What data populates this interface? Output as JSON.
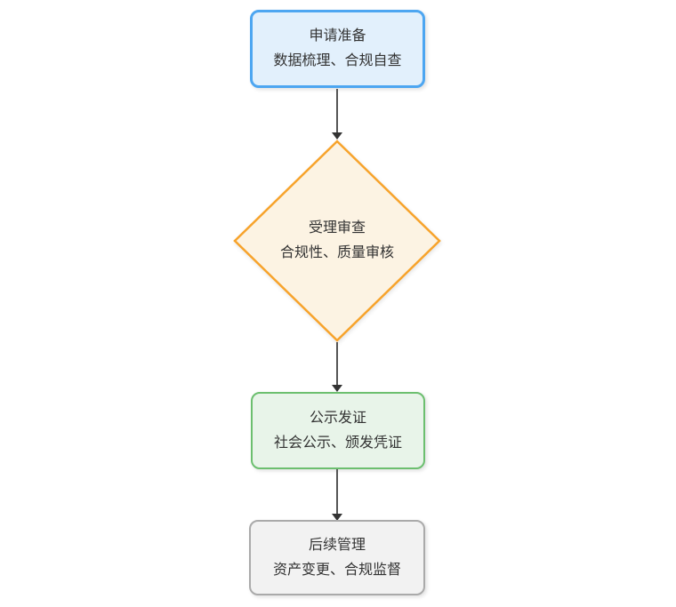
{
  "diagram": {
    "type": "flowchart",
    "direction": "top-down",
    "background_color": "#FFFFFF",
    "text_color": "#333333",
    "connector": {
      "line_color": "#555555",
      "arrowhead_color": "#333333",
      "arrowhead_style": "filled-triangle-down"
    },
    "nodes": [
      {
        "id": "step-1",
        "shape": "rounded-rectangle",
        "title": "申请准备",
        "subtitle": "数据梳理、合规自查",
        "border_color": "#4DA6F1",
        "fill_color": "#E2F0FC"
      },
      {
        "id": "step-2",
        "shape": "diamond",
        "title": "受理审查",
        "subtitle": "合规性、质量审核",
        "border_color": "#F7A32B",
        "fill_color": "#FCF3E3"
      },
      {
        "id": "step-3",
        "shape": "rounded-rectangle",
        "title": "公示发证",
        "subtitle": "社会公示、颁发凭证",
        "border_color": "#6CBF6F",
        "fill_color": "#E8F4E9"
      },
      {
        "id": "step-4",
        "shape": "rounded-rectangle",
        "title": "后续管理",
        "subtitle": "资产变更、合规监督",
        "border_color": "#AAAAAA",
        "fill_color": "#F2F2F2"
      }
    ],
    "edges": [
      {
        "from": "step-1",
        "to": "step-2"
      },
      {
        "from": "step-2",
        "to": "step-3"
      },
      {
        "from": "step-3",
        "to": "step-4"
      }
    ]
  }
}
